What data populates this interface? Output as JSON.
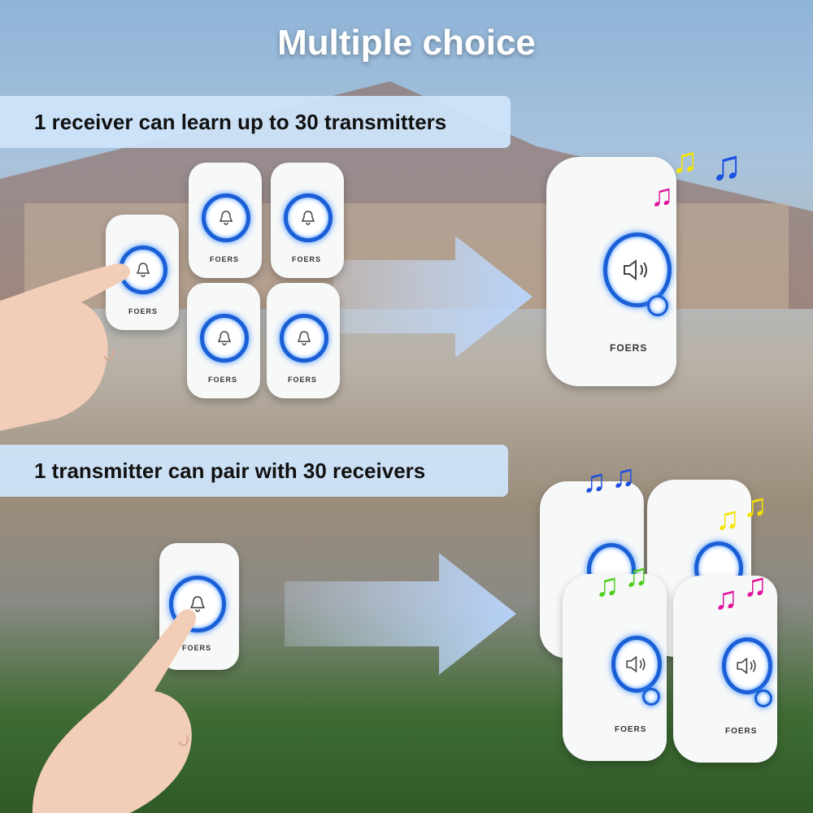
{
  "title": "Multiple choice",
  "section_receiver": {
    "caption": "1 receiver can learn up to 30 transmitters"
  },
  "section_transmitter": {
    "caption": "1 transmitter can pair with 30 receivers"
  },
  "brand": "FOERS",
  "icons": {
    "bell": "bell-icon",
    "speaker": "speaker-icon",
    "music_note": "music-note-icon",
    "arrow": "arrow-right-icon"
  },
  "colors": {
    "ring_blue": "#1a5fd6",
    "note_yellow": "#f5e400",
    "note_blue": "#1a4fe0",
    "note_magenta": "#e0109a",
    "note_green": "#4ccf1a"
  }
}
